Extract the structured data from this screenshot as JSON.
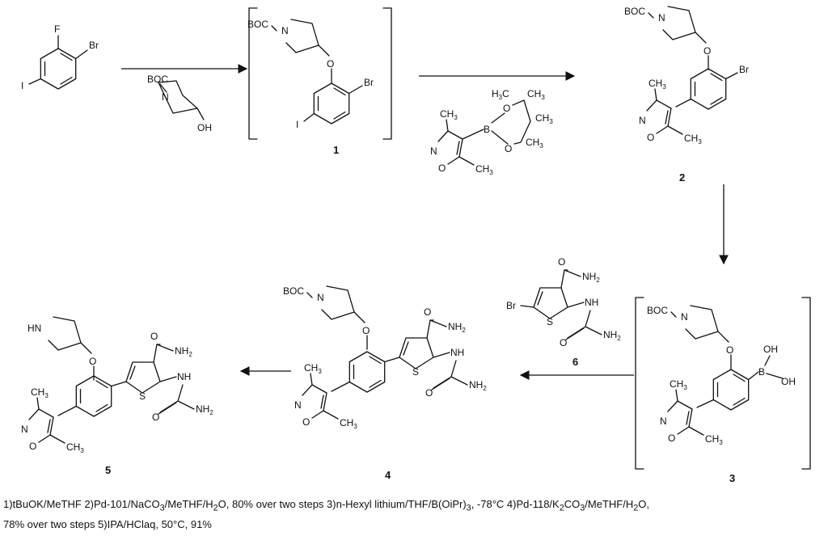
{
  "scheme": {
    "compounds": [
      {
        "id": "1",
        "label": "1"
      },
      {
        "id": "2",
        "label": "2"
      },
      {
        "id": "3",
        "label": "3"
      },
      {
        "id": "4",
        "label": "4"
      },
      {
        "id": "5",
        "label": "5"
      },
      {
        "id": "6",
        "label": "6"
      }
    ],
    "atoms": {
      "boc": "BOC",
      "br": "Br",
      "f": "F",
      "i": "I",
      "oh": "OH",
      "o": "O",
      "n": "N",
      "s": "S",
      "b": "B",
      "nh": "NH",
      "hn": "HN",
      "nh2": "NH",
      "sub2": "2",
      "ch3": "CH",
      "h3c": "H",
      "c3": "C",
      "sub3": "3"
    }
  },
  "conditions": {
    "line1_parts": [
      "1)tBuOK/MeTHF 2)Pd-101/NaCO",
      "3",
      "/MeTHF/H",
      "2",
      "O, 80% over two steps 3)n-Hexyl lithium/THF/B(OiPr)",
      "3",
      ", -78°C 4)Pd-118/K",
      "2",
      "CO",
      "3",
      "/MeTHF/H",
      "2",
      "O,"
    ],
    "line2": "78% over two steps 5)IPA/HClaq, 50°C, 91%"
  }
}
